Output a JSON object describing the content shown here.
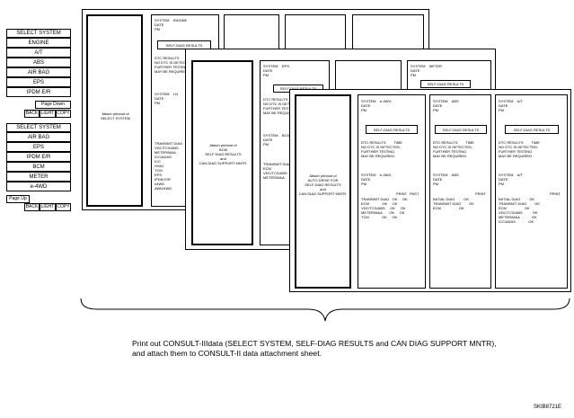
{
  "menu1": {
    "title": "SELECT SYSTEM",
    "items": [
      "ENGINE",
      "A/T",
      "ABS",
      "AIR BAG",
      "EPS",
      "IPDM E/R"
    ],
    "page": "Page Down",
    "footer": [
      "BACK",
      "LIGHT",
      "COPY"
    ]
  },
  "menu2": {
    "title": "SELECT SYSTEM",
    "items": [
      "AIR BAG",
      "EPS",
      "IPDM E/R",
      "BCM",
      "METER",
      "e-4WD"
    ],
    "page": "Page Up",
    "footer": [
      "BACK",
      "LIGHT",
      "COPY"
    ]
  },
  "sheet1": {
    "attach": "Attach printout of\nSELECT SYSTEM",
    "sys": "SYSTEM    ENGINE\nDATE\nPM",
    "selfdiag": "SELF-DIAG RESULTS",
    "dtc": "DTC RESULTS\nNO DTC IS DETECTED.\nFURTHER TESTING\nMAY BE REQUIRED.",
    "sys2": "SYSTEM    LN\nDATE\nPM",
    "trans": "TRANSMIT DIAG\nVDC/TCS/ABS\nMETER/M&A\nICC/ADAS\nICC\nHVAC\nTCM\nEPS\nIPDM E/R\ne4WD\nAWD/4WD"
  },
  "sheet2": {
    "attach": "Attach printout of\nBCM\nSELF DIAG RESULTS\nand\nCAN DIAG SUPPORT MNTR.",
    "sys": "SYSTEM    EPS\nDATE\nPM",
    "selfdiag": "SELF-DIAG RESULTS",
    "dtc": "DTC RESULTS\nNO DTC IS DETECTED.\nFURTHER TESTING\nMAY BE REQUIRED.",
    "sys2": "SYSTEM    BCM\nDATE\nPM",
    "trans": "TRANSMIT DIAG\nECM\nVDC/TCS/ABS\nMETER/M&A",
    "sys3": "SYSTEM    METER\nDATE\nPM",
    "selfdiag3": "SELF-DIAG RESULTS"
  },
  "sheet3": {
    "attach": "Attach printout of\nAUTO DRIVE FOR\nSELF-DIAG RESULTS\nand\nCAN DIAG SUPPORT MNTR.",
    "c1_sys": "SYSTEM    e-4WD\nDATE\nPM",
    "c1_self": "SELF-DIAG RESULTS",
    "c1_dtc": "DTC RESULTS        TIME\nNO DTC IS DETECTED.\nFURTHER TESTING\nMAY BE REQUIRED.",
    "c1_sys2": "SYSTEM    e-4WD\nDATE\nPM",
    "c1_head": "PRINT   PAST",
    "c1_rows": "TRANSMIT DIAG   OK     OK\nECM             OK     OK\nVDC/TCS/ABS     OK     OK\nMETER/M&A       OK     OK\nTCM             OK     OK",
    "c2_sys": "SYSTEM    ABS\nDATE\nPM",
    "c2_self": "SELF-DIAG RESULTS",
    "c2_dtc": "DTC RESULTS        TIME\nNO DTC IS DETECTED.\nFURTHER TESTING\nMAY BE REQUIRED.",
    "c2_sys2": "SYSTEM    ABS\nDATE\nPM",
    "c2_head": "PRINT",
    "c2_rows": "INITIAL DIAG         OK\nTRANSMIT DIAG        OK\nECM                  OK",
    "c3_sys": "SYSTEM    A/T\nDATE\nPM",
    "c3_self": "SELF-DIAG RESULTS",
    "c3_dtc": "DTC RESULTS        TIME\nNO DTC IS DETECTED.\nFURTHER TESTING\nMAY BE REQUIRED.",
    "c3_sys2": "SYSTEM    A/T\nDATE\nPM",
    "c3_head": "PRINT",
    "c3_rows": "INITIAL DIAG         OK\nTRANSMIT DIAG        OK\nECM                  OK\nVDC/TCS/ABS          OK\nMETER/M&A            OK\nICC/ADAS             OK"
  },
  "caption": "Print out CONSULT-IIIdata (SELECT SYSTEM, SELF-DIAG RESULTS and CAN DIAG SUPPORT MNTR),\nand attach them to CONSULT-II data attachment sheet.",
  "code": "SKIB8721E"
}
